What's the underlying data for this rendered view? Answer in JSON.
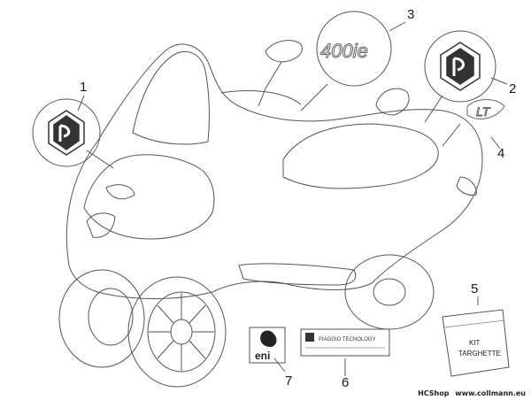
{
  "callouts": [
    {
      "id": "1",
      "label": "1"
    },
    {
      "id": "2",
      "label": "2"
    },
    {
      "id": "3",
      "label": "3"
    },
    {
      "id": "4",
      "label": "4"
    },
    {
      "id": "5",
      "label": "5"
    },
    {
      "id": "6",
      "label": "6"
    },
    {
      "id": "7",
      "label": "7"
    }
  ],
  "decals": {
    "model_badge": "400ie",
    "lt_badge": "LT",
    "eni": "eni",
    "plate_text": "PIAGGIO TECNOLOGY",
    "kit_line1": "KIT",
    "kit_line2": "TARGHETTE"
  },
  "footer": {
    "shop": "HCShop",
    "url": "www.collmann.eu"
  },
  "colors": {
    "line": "#555555",
    "badge_outline": "#333333"
  }
}
